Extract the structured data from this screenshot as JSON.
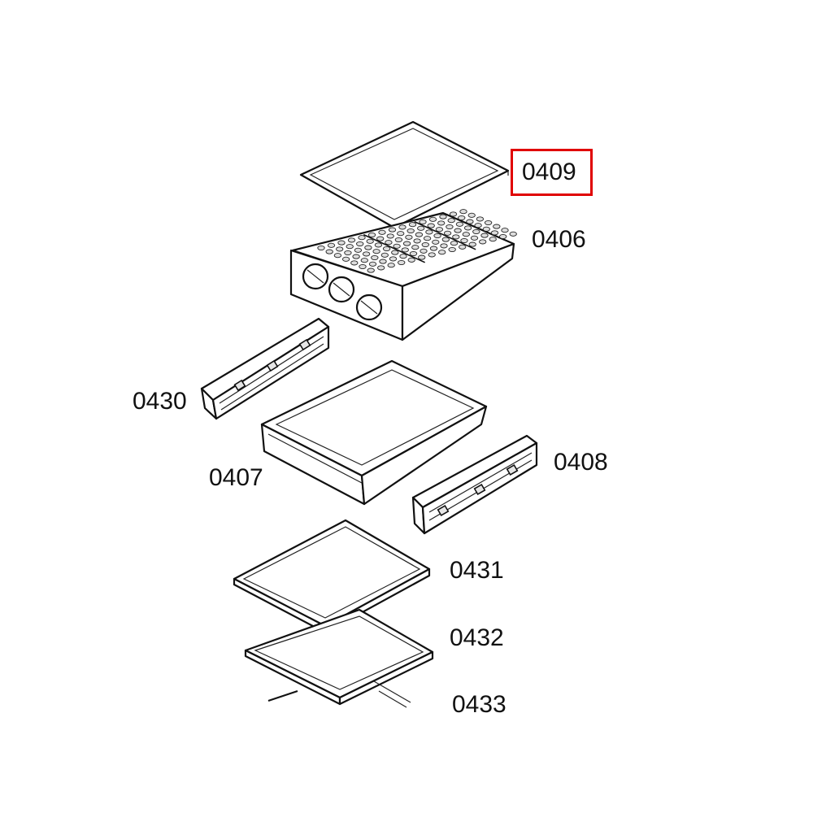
{
  "parts": [
    {
      "id": "p0409",
      "number": "0409"
    },
    {
      "id": "p0406",
      "number": "0406"
    },
    {
      "id": "p0430",
      "number": "0430"
    },
    {
      "id": "p0408",
      "number": "0408"
    },
    {
      "id": "p0407",
      "number": "0407"
    },
    {
      "id": "p0431",
      "number": "0431"
    },
    {
      "id": "p0432",
      "number": "0432"
    },
    {
      "id": "p0433",
      "number": "0433"
    }
  ],
  "highlight": {
    "part": "0409",
    "color": "#e00000"
  },
  "colors": {
    "line": "#111111",
    "background": "#ffffff"
  }
}
